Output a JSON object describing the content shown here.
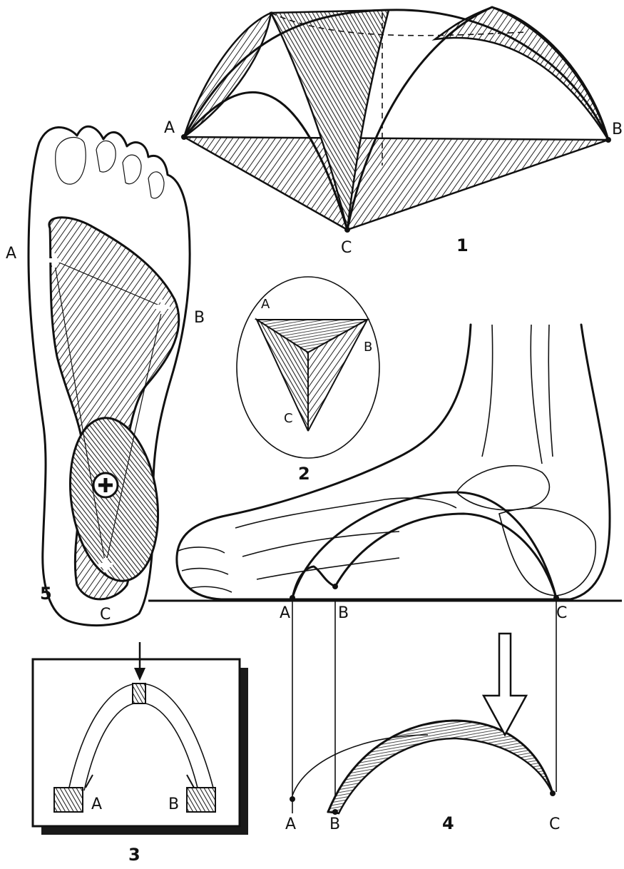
{
  "figures": {
    "fig1": {
      "number": "1",
      "points": [
        "A",
        "B",
        "C"
      ]
    },
    "fig2": {
      "number": "2",
      "points": [
        "A",
        "B",
        "C"
      ]
    },
    "fig3": {
      "number": "3",
      "points": [
        "A",
        "B"
      ]
    },
    "fig4": {
      "number": "4",
      "points": [
        "A",
        "B",
        "C"
      ]
    },
    "fig5": {
      "number": "5",
      "points": [
        "A",
        "B",
        "C"
      ]
    },
    "foot_side": {
      "points": [
        "A",
        "B",
        "C"
      ]
    }
  },
  "colors": {
    "ink": "#111111",
    "paper": "#ffffff",
    "hatch": "#222222",
    "shadow": "#1a1a1a"
  }
}
